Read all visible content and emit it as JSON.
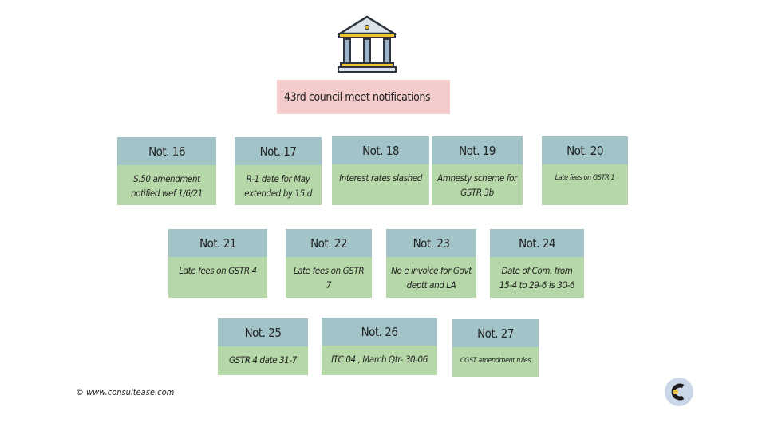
{
  "title": "43rd council meet notifications",
  "footer": "© www.consultease.com",
  "colors": {
    "header": "#a2c4c9",
    "body": "#b6d7a8",
    "title_bg": "#f4cccc"
  },
  "cards": [
    {
      "label": "Not. 16",
      "text": "S.50 amendment notified wef 1/6/21"
    },
    {
      "label": "Not. 17",
      "text": "R-1 date for May extended by 15 d"
    },
    {
      "label": "Not. 18",
      "text": "Interest rates slashed"
    },
    {
      "label": "Not. 19",
      "text": "Amnesty scheme for GSTR 3b"
    },
    {
      "label": "Not. 20",
      "text": "Late fees on GSTR 1"
    },
    {
      "label": "Not. 21",
      "text": "Late fees on GSTR 4"
    },
    {
      "label": "Not. 22",
      "text": "Late fees on GSTR 7"
    },
    {
      "label": "Not. 23",
      "text": "No e invoice for Govt deptt  and LA"
    },
    {
      "label": "Not. 24",
      "text": "Date of Com. from 15-4 to 29-6 is 30-6"
    },
    {
      "label": "Not. 25",
      "text": "GSTR 4 date 31-7"
    },
    {
      "label": "Not. 26",
      "text": "ITC 04 , March Qtr- 30-06"
    },
    {
      "label": "Not. 27",
      "text": "CGST amendment rules"
    }
  ]
}
